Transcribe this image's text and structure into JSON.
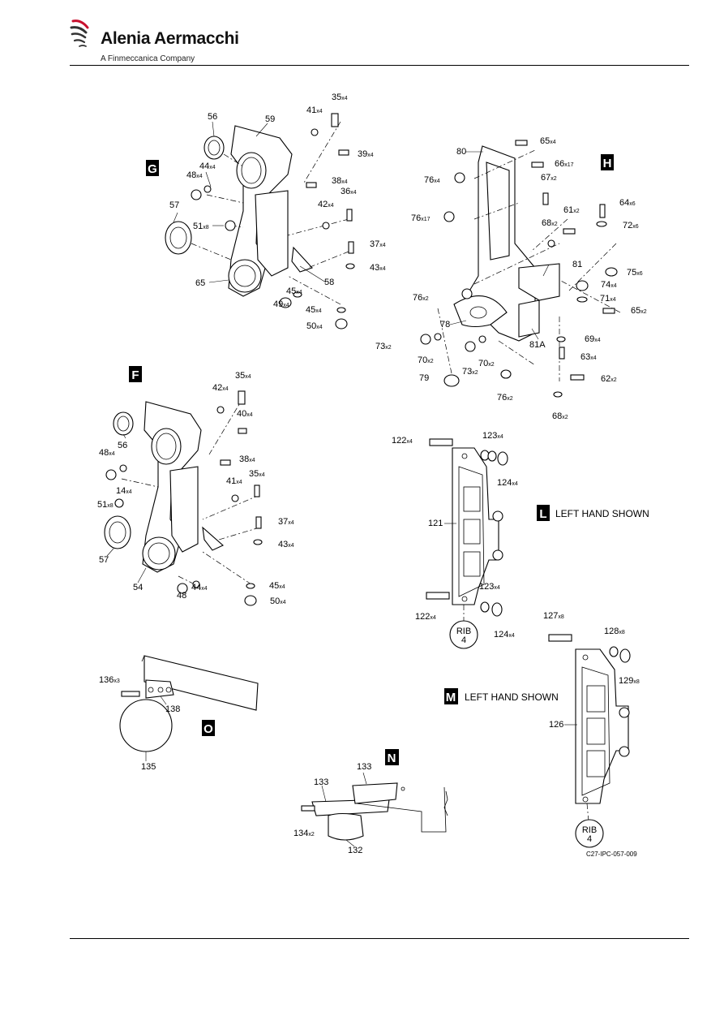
{
  "header": {
    "brand_name": "Alenia Aermacchi",
    "brand_subtitle": "A Finmeccanica Company"
  },
  "views": [
    {
      "letter": "G"
    },
    {
      "letter": "H"
    },
    {
      "letter": "F"
    },
    {
      "letter": "L"
    },
    {
      "letter": "M"
    },
    {
      "letter": "O"
    },
    {
      "letter": "N"
    }
  ],
  "notes": {
    "left_hand_shown_l": "LEFT HAND SHOWN",
    "left_hand_shown_m": "LEFT HAND SHOWN",
    "rib_l_line1": "RIB",
    "rib_l_line2": "4",
    "rib_m_line1": "RIB",
    "rib_m_line2": "4",
    "figure_ref": "C27-IPC-057-009"
  },
  "callouts": [
    {
      "n": "35",
      "q": "x4"
    },
    {
      "n": "41",
      "q": "x4"
    },
    {
      "n": "56",
      "q": ""
    },
    {
      "n": "59",
      "q": ""
    },
    {
      "n": "39",
      "q": "x4"
    },
    {
      "n": "44",
      "q": "x4"
    },
    {
      "n": "48",
      "q": "x4"
    },
    {
      "n": "38",
      "q": "x4"
    },
    {
      "n": "36",
      "q": "x4"
    },
    {
      "n": "42",
      "q": "x4"
    },
    {
      "n": "57",
      "q": ""
    },
    {
      "n": "51",
      "q": "x8"
    },
    {
      "n": "37",
      "q": "x4"
    },
    {
      "n": "43",
      "q": "x4"
    },
    {
      "n": "65",
      "q": ""
    },
    {
      "n": "58",
      "q": ""
    },
    {
      "n": "45",
      "q": "x4"
    },
    {
      "n": "49",
      "q": "x4"
    },
    {
      "n": "45",
      "q": "x4"
    },
    {
      "n": "50",
      "q": "x4"
    },
    {
      "n": "80",
      "q": ""
    },
    {
      "n": "65",
      "q": "x4"
    },
    {
      "n": "66",
      "q": "x17"
    },
    {
      "n": "76",
      "q": "x4"
    },
    {
      "n": "67",
      "q": "x2"
    },
    {
      "n": "64",
      "q": "x6"
    },
    {
      "n": "76",
      "q": "x17"
    },
    {
      "n": "61",
      "q": "x2"
    },
    {
      "n": "72",
      "q": "x6"
    },
    {
      "n": "68",
      "q": "x2"
    },
    {
      "n": "81",
      "q": ""
    },
    {
      "n": "75",
      "q": "x6"
    },
    {
      "n": "74",
      "q": "x4"
    },
    {
      "n": "76",
      "q": "x2"
    },
    {
      "n": "71",
      "q": "x4"
    },
    {
      "n": "65",
      "q": "x2"
    },
    {
      "n": "78",
      "q": ""
    },
    {
      "n": "69",
      "q": "x4"
    },
    {
      "n": "73",
      "q": "x2"
    },
    {
      "n": "81A",
      "q": ""
    },
    {
      "n": "70",
      "q": "x2"
    },
    {
      "n": "63",
      "q": "x4"
    },
    {
      "n": "73",
      "q": "x2"
    },
    {
      "n": "70",
      "q": "x2"
    },
    {
      "n": "62",
      "q": "x2"
    },
    {
      "n": "79",
      "q": ""
    },
    {
      "n": "76",
      "q": "x2"
    },
    {
      "n": "68",
      "q": "x2"
    },
    {
      "n": "35",
      "q": "x4"
    },
    {
      "n": "42",
      "q": "x4"
    },
    {
      "n": "40",
      "q": "x4"
    },
    {
      "n": "56",
      "q": ""
    },
    {
      "n": "48",
      "q": "x4"
    },
    {
      "n": "38",
      "q": "x4"
    },
    {
      "n": "14",
      "q": "x4"
    },
    {
      "n": "35",
      "q": "x4"
    },
    {
      "n": "41",
      "q": "x4"
    },
    {
      "n": "51",
      "q": "x8"
    },
    {
      "n": "37",
      "q": "x4"
    },
    {
      "n": "43",
      "q": "x4"
    },
    {
      "n": "57",
      "q": ""
    },
    {
      "n": "54",
      "q": ""
    },
    {
      "n": "44",
      "q": "x4"
    },
    {
      "n": "48",
      "q": ""
    },
    {
      "n": "45",
      "q": "x4"
    },
    {
      "n": "50",
      "q": "x4"
    },
    {
      "n": "122",
      "q": "x4"
    },
    {
      "n": "123",
      "q": "x4"
    },
    {
      "n": "124",
      "q": "x4"
    },
    {
      "n": "121",
      "q": ""
    },
    {
      "n": "123",
      "q": "x4"
    },
    {
      "n": "122",
      "q": "x4"
    },
    {
      "n": "124",
      "q": "x4"
    },
    {
      "n": "127",
      "q": "x8"
    },
    {
      "n": "128",
      "q": "x8"
    },
    {
      "n": "129",
      "q": "x8"
    },
    {
      "n": "126",
      "q": ""
    },
    {
      "n": "136",
      "q": "x3"
    },
    {
      "n": "138",
      "q": ""
    },
    {
      "n": "135",
      "q": ""
    },
    {
      "n": "133",
      "q": ""
    },
    {
      "n": "133",
      "q": ""
    },
    {
      "n": "134",
      "q": "x2"
    },
    {
      "n": "132",
      "q": ""
    }
  ]
}
